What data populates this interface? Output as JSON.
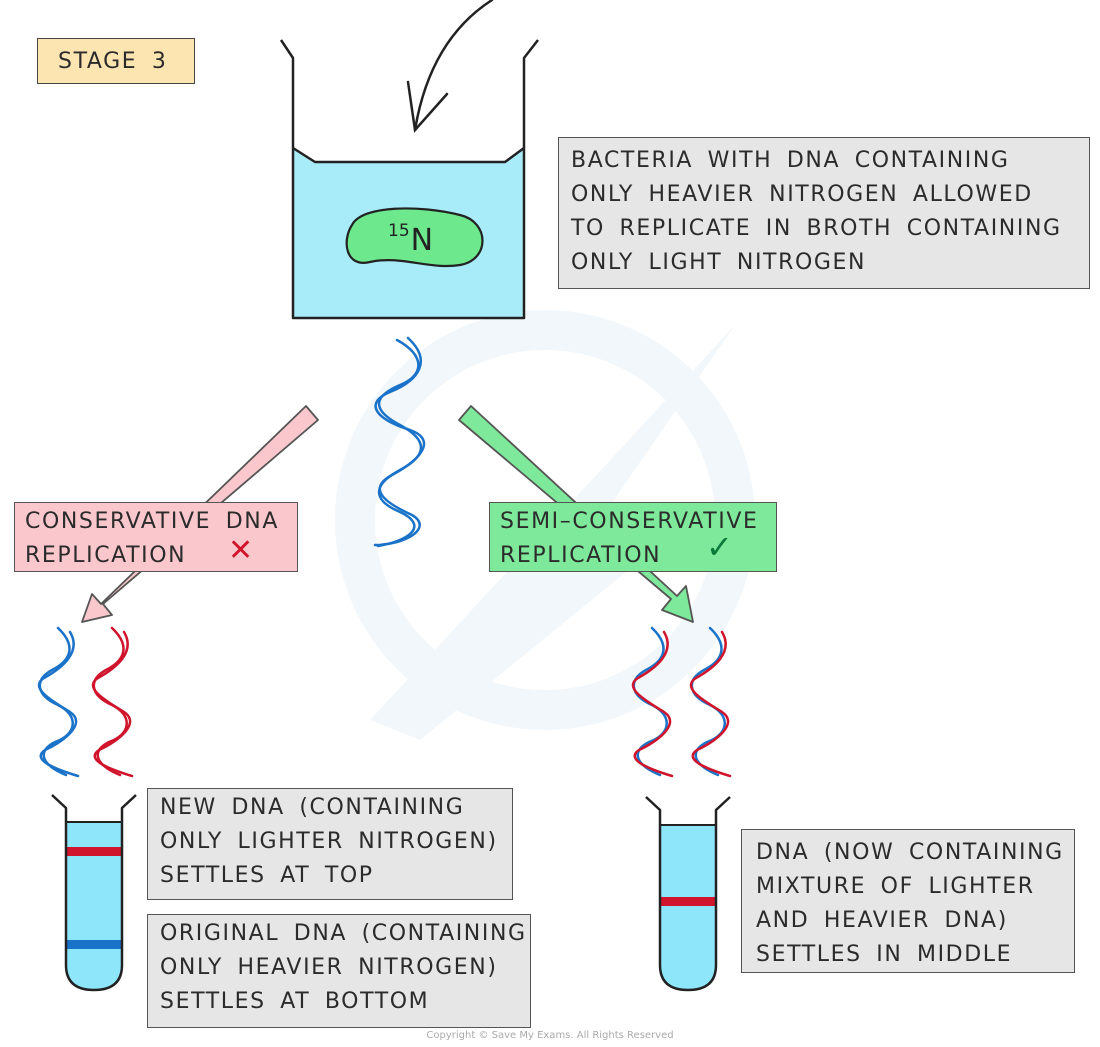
{
  "stage_label": "STAGE 3",
  "isotope": {
    "mass_number": "15",
    "symbol": "N"
  },
  "info_box": {
    "lines": [
      "BACTERIA WITH DNA CONTAINING",
      "ONLY HEAVIER NITROGEN ALLOWED",
      "TO REPLICATE IN BROTH CONTAINING",
      "ONLY LIGHT NITROGEN"
    ]
  },
  "conservative": {
    "lines": [
      "CONSERVATIVE DNA",
      "REPLICATION"
    ],
    "verdict_mark": "✕"
  },
  "semi_conservative": {
    "lines": [
      "SEMI–CONSERVATIVE",
      "REPLICATION"
    ],
    "verdict_mark": "✓"
  },
  "notes": {
    "new_dna": [
      "NEW DNA (CONTAINING",
      "ONLY LIGHTER NITROGEN)",
      "SETTLES AT TOP"
    ],
    "original_dna": [
      "ORIGINAL DNA (CONTAINING",
      "ONLY HEAVIER NITROGEN)",
      "SETTLES AT BOTTOM"
    ],
    "mixed_dna": [
      "DNA (NOW CONTAINING",
      "MIXTURE OF LIGHTER",
      "AND HEAVIER DNA)",
      "SETTLES IN MIDDLE"
    ]
  },
  "copyright": "Copyright © Save My Exams. All Rights Reserved",
  "colors": {
    "light_strand": "#1a73c8",
    "heavy_strand": "#d0142c",
    "broth": "#a9ecf9",
    "bacterium": "#6de88c",
    "conservative_arrow": "#fac8cc",
    "semi_arrow": "#7ee99a"
  }
}
